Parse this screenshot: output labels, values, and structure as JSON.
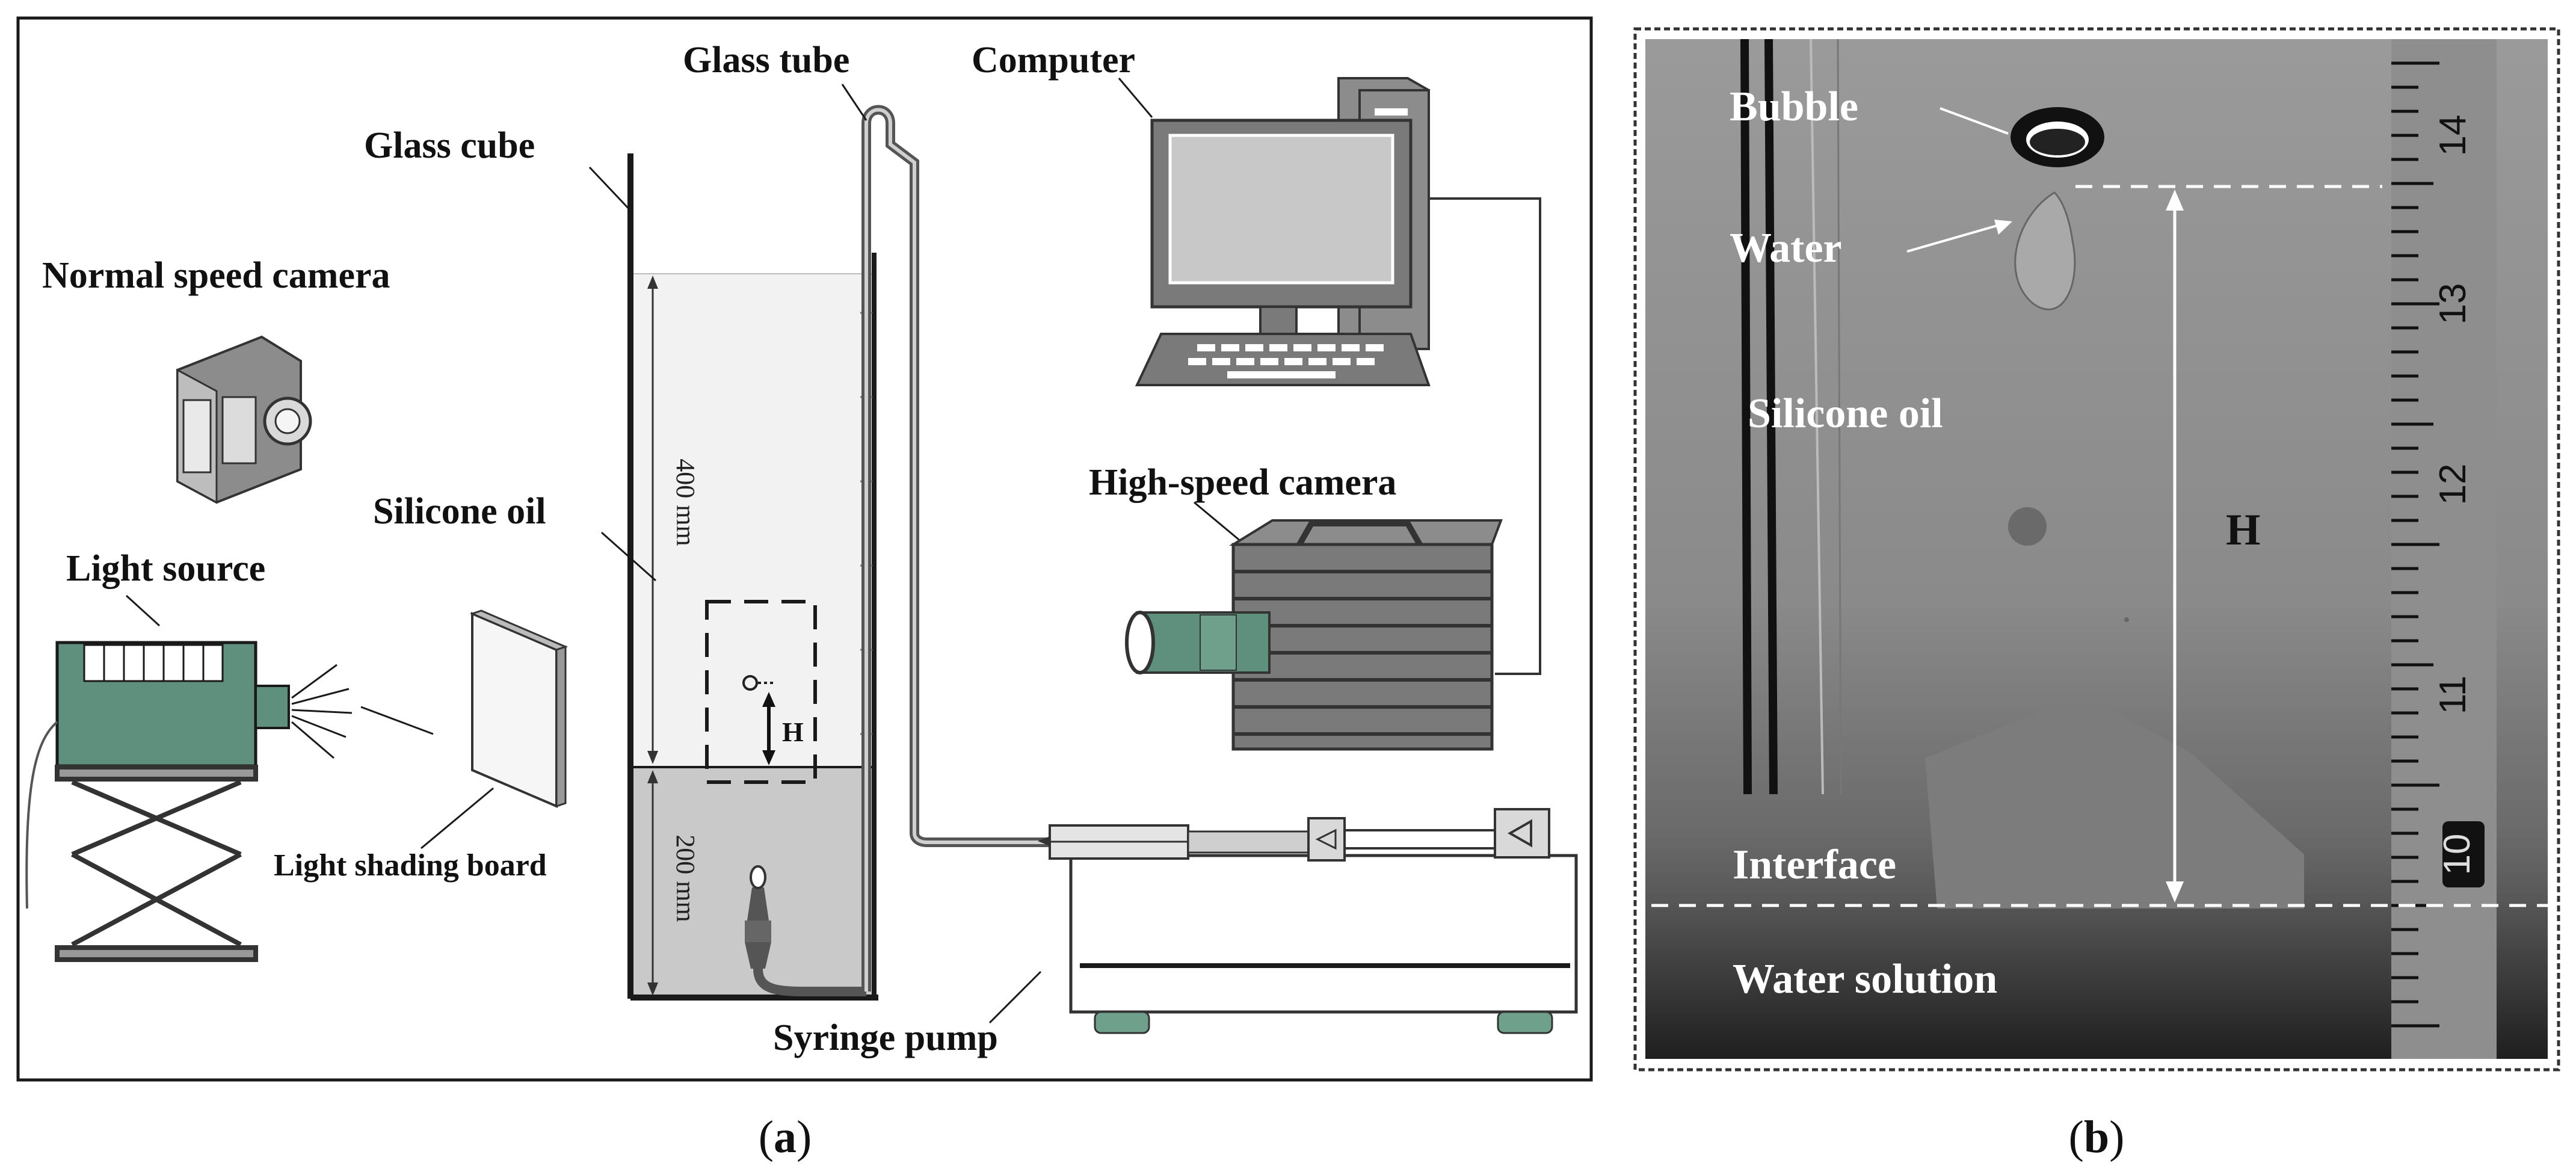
{
  "panel_a": {
    "caption_open": "(",
    "caption_letter": "a",
    "caption_close": ")",
    "labels": {
      "glass_tube": "Glass tube",
      "computer": "Computer",
      "glass_cube": "Glass cube",
      "normal_camera": "Normal speed camera",
      "silicone_oil": "Silicone oil",
      "high_speed_camera": "High-speed camera",
      "light_source": "Light source",
      "light_shading_board": "Light shading board",
      "syringe_pump": "Syringe pump",
      "height_400": "400 mm",
      "height_200": "200 mm",
      "h_marker": "H"
    },
    "colors": {
      "outline": "#1a1a1a",
      "oil_fill": "#f2f2f2",
      "water_fill": "#c9c9c9",
      "device_gray": "#7a7a7a",
      "light_green": "#5f8f7d",
      "screen_gray": "#c8c8c8"
    }
  },
  "panel_b": {
    "caption_open": "(",
    "caption_letter": "b",
    "caption_close": ")",
    "labels": {
      "bubble": "Bubble",
      "water": "Water",
      "silicone_oil": "Silicone oil",
      "h_marker": "H",
      "interface": "Interface",
      "water_solution": "Water solution"
    },
    "ruler_ticks": [
      "14",
      "13",
      "12",
      "11",
      "10"
    ]
  }
}
